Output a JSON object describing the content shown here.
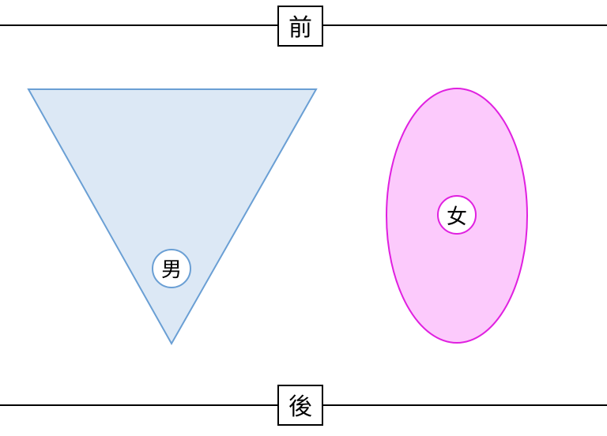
{
  "labels": {
    "front": "前",
    "back": "後",
    "male": "男",
    "female": "女"
  },
  "colors": {
    "line": "#000000",
    "male_fill": "#dce8f5",
    "male_stroke": "#6a9fd4",
    "female_fill": "#fccafc",
    "female_stroke": "#e020e0"
  }
}
